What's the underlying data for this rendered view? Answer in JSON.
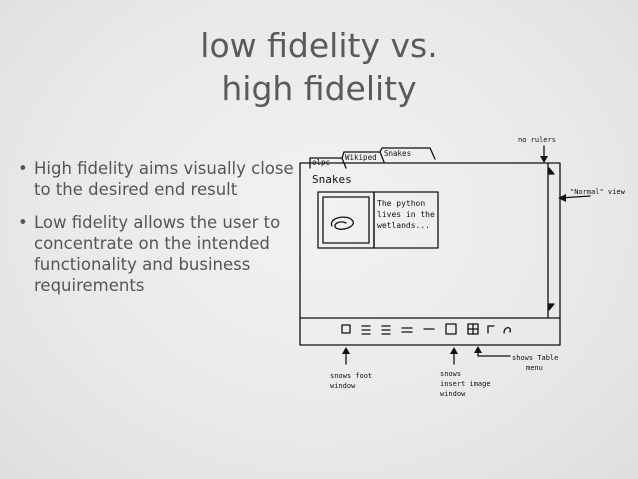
{
  "slide": {
    "title_line1": "low fidelity vs.",
    "title_line2": "high fidelity",
    "bullets": [
      {
        "marker": "•",
        "text": "High fidelity aims visually close to the desired end result"
      },
      {
        "marker": "•",
        "text": "Low fidelity allows the user to concentrate on the intended functionality and business requirements"
      }
    ]
  },
  "sketch": {
    "tabs": [
      "olpc",
      "Wikiped",
      "Snakes"
    ],
    "page_heading": "Snakes",
    "article_text": [
      "The python",
      "lives in the",
      "wetlands..."
    ],
    "annotations": {
      "no_rulers": "no rulers",
      "normal_view": "\"Normal\" view",
      "snows_foot": [
        "snows foot",
        "window"
      ],
      "snows_image": [
        "snows",
        "insert image",
        "window"
      ],
      "shows_table": [
        "shows Table",
        "menu"
      ]
    }
  }
}
